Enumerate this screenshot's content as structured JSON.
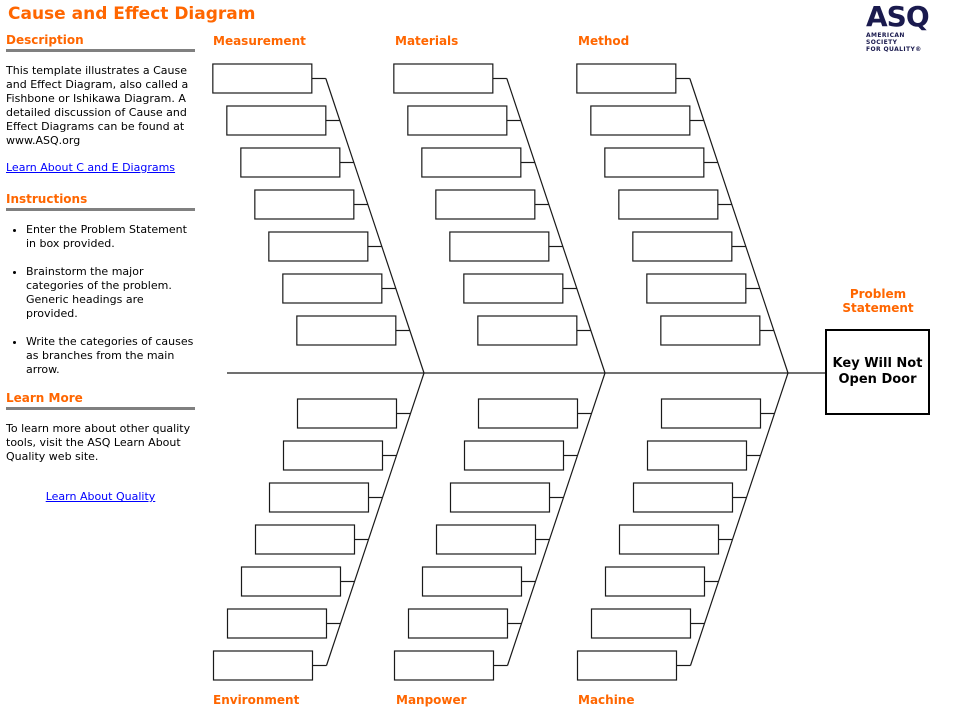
{
  "page": {
    "title": "Cause and Effect Diagram"
  },
  "logo": {
    "word": "ASQ",
    "tagline_line1": "AMERICAN SOCIETY",
    "tagline_line2": "FOR QUALITY®"
  },
  "sidebar": {
    "description": {
      "heading": "Description",
      "body": "This template illustrates a Cause and Effect Diagram, also called a Fishbone or Ishikawa Diagram.  A detailed discussion of Cause and Effect Diagrams can be found at www.ASQ.org",
      "link": "Learn About C and E Diagrams"
    },
    "instructions": {
      "heading": "Instructions",
      "items": [
        "Enter the Problem Statement in box provided.",
        "Brainstorm the major categories of the problem.  Generic headings are provided.",
        "Write the categories of causes as branches from the main arrow."
      ]
    },
    "learn_more": {
      "heading": "Learn More",
      "body": "To learn more about other quality tools, visit the ASQ Learn About Quality web site.",
      "link": "Learn About Quality"
    }
  },
  "diagram": {
    "top_categories": [
      "Measurement",
      "Materials",
      "Method"
    ],
    "bottom_categories": [
      "Environment",
      "Manpower",
      "Machine"
    ],
    "boxes_per_branch": 7,
    "problem_label": "Problem Statement",
    "problem_statement": "Key Will Not Open Door",
    "colors": {
      "accent": "#FF6600",
      "link": "#0000FF",
      "rule": "#808080",
      "line": "#1A1A1A",
      "logo": "#1A1A4E"
    }
  }
}
